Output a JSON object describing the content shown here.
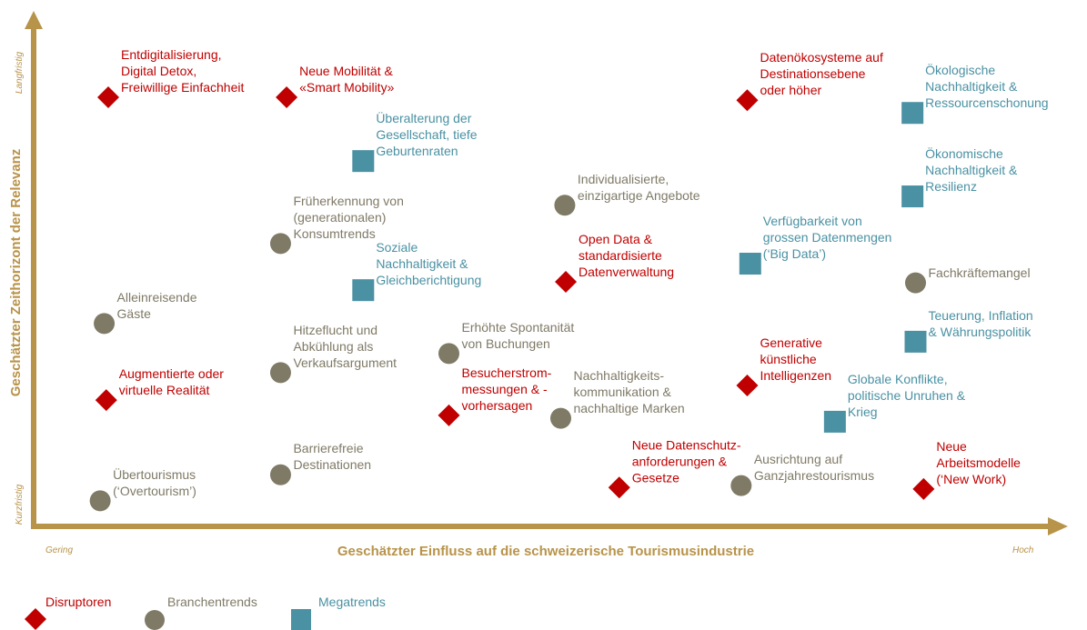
{
  "chart_data": {
    "type": "scatter",
    "title": "",
    "xlabel": "Geschätzter Einfluss auf die schweizerische Tourismusindustrie",
    "ylabel": "Geschätzter Zeithorizont der Relevanz",
    "x_low_label": "Gering",
    "x_high_label": "Hoch",
    "y_low_label": "Kurzfristig",
    "y_high_label": "Langfristig",
    "xlim": [
      0,
      10
    ],
    "ylim": [
      0,
      10
    ],
    "grid": false,
    "legend_position": "bottom-left",
    "categories": [
      {
        "key": "disruptor",
        "name": "Disruptoren",
        "marker": "diamond",
        "color": "#C00000"
      },
      {
        "key": "branch",
        "name": "Branchentrends",
        "marker": "circle",
        "color": "#7F7A66"
      },
      {
        "key": "mega",
        "name": "Megatrends",
        "marker": "square",
        "color": "#4A91A3"
      }
    ],
    "axis_color": "#B8934A",
    "points": [
      {
        "cat": "disruptor",
        "x": 0.74,
        "y": 8.76,
        "label": [
          "Entdigitalisierung,",
          "Digital Detox,",
          "Freiwillige Einfachheit"
        ]
      },
      {
        "cat": "disruptor",
        "x": 2.51,
        "y": 8.76,
        "label": [
          "Neue Mobilität &",
          "«Smart Mobility»"
        ]
      },
      {
        "cat": "disruptor",
        "x": 7.08,
        "y": 8.7,
        "label": [
          "Datenökosysteme auf",
          "Destinationsebene",
          "oder höher"
        ]
      },
      {
        "cat": "mega",
        "x": 8.72,
        "y": 8.44,
        "label": [
          "Ökologische",
          "Nachhaltigkeit &",
          "Ressourcenschonung"
        ]
      },
      {
        "cat": "mega",
        "x": 3.27,
        "y": 7.46,
        "label": [
          "Überalterung der",
          "Gesellschaft, tiefe",
          "Geburtenraten"
        ]
      },
      {
        "cat": "branch",
        "x": 5.27,
        "y": 6.56,
        "label": [
          "Individualisierte,",
          "einzigartige Angebote"
        ]
      },
      {
        "cat": "mega",
        "x": 8.72,
        "y": 6.74,
        "label": [
          "Ökonomische",
          "Nachhaltigkeit &",
          "Resilienz"
        ]
      },
      {
        "cat": "branch",
        "x": 2.45,
        "y": 5.78,
        "label": [
          "Früherkennung von",
          "(generationalen)",
          "Konsumtrends"
        ]
      },
      {
        "cat": "mega",
        "x": 7.11,
        "y": 5.37,
        "label": [
          "Verfügbarkeit von",
          "grossen Datenmengen",
          "(‘Big Data’)"
        ]
      },
      {
        "cat": "branch",
        "x": 8.75,
        "y": 4.98,
        "label": [
          "Fachkräftemangel"
        ]
      },
      {
        "cat": "disruptor",
        "x": 5.28,
        "y": 5.0,
        "label": [
          "Open Data &",
          "standardisierte",
          "Datenverwaltung"
        ]
      },
      {
        "cat": "mega",
        "x": 3.27,
        "y": 4.83,
        "label": [
          "Soziale",
          "Nachhaltigkeit &",
          "Gleichberichtigung"
        ]
      },
      {
        "cat": "branch",
        "x": 0.7,
        "y": 4.15,
        "label": [
          "Alleinreisende",
          "Gäste"
        ]
      },
      {
        "cat": "branch",
        "x": 4.12,
        "y": 3.54,
        "label": [
          "Erhöhte Spontanität",
          "von Buchungen"
        ]
      },
      {
        "cat": "mega",
        "x": 8.75,
        "y": 3.78,
        "label": [
          "Teuerung, Inflation",
          "& Währungspolitik"
        ]
      },
      {
        "cat": "branch",
        "x": 2.45,
        "y": 3.15,
        "label": [
          "Hitzeflucht und",
          "Abkühlung als",
          "Verkaufsargument"
        ]
      },
      {
        "cat": "disruptor",
        "x": 7.08,
        "y": 2.89,
        "label": [
          "Generative",
          "künstliche",
          "Intelligenzen"
        ]
      },
      {
        "cat": "disruptor",
        "x": 0.72,
        "y": 2.59,
        "label": [
          "Augmentierte oder",
          "virtuelle Realität"
        ]
      },
      {
        "cat": "disruptor",
        "x": 4.12,
        "y": 2.28,
        "label": [
          "Besucherstrom-",
          "messungen & -",
          "vorhersagen"
        ]
      },
      {
        "cat": "branch",
        "x": 5.23,
        "y": 2.22,
        "label": [
          "Nachhaltigkeits-",
          "kommunikation &",
          "nachhaltige Marken"
        ]
      },
      {
        "cat": "mega",
        "x": 7.95,
        "y": 2.15,
        "label": [
          "Globale Konflikte,",
          "politische Unruhen &",
          "Krieg"
        ]
      },
      {
        "cat": "branch",
        "x": 2.45,
        "y": 1.07,
        "label": [
          "Barrierefreie",
          "Destinationen"
        ]
      },
      {
        "cat": "disruptor",
        "x": 5.81,
        "y": 0.81,
        "label": [
          "Neue Datenschutz-",
          "anforderungen &",
          "Gesetze"
        ]
      },
      {
        "cat": "branch",
        "x": 7.02,
        "y": 0.85,
        "label": [
          "Ausrichtung auf",
          "Ganzjahrestourismus"
        ]
      },
      {
        "cat": "disruptor",
        "x": 8.83,
        "y": 0.78,
        "label": [
          "Neue",
          "Arbeitsmodelle",
          "(‘New Work)"
        ]
      },
      {
        "cat": "branch",
        "x": 0.66,
        "y": 0.54,
        "label": [
          "Übertourismus",
          "(‘Overtourism’)"
        ]
      }
    ]
  }
}
